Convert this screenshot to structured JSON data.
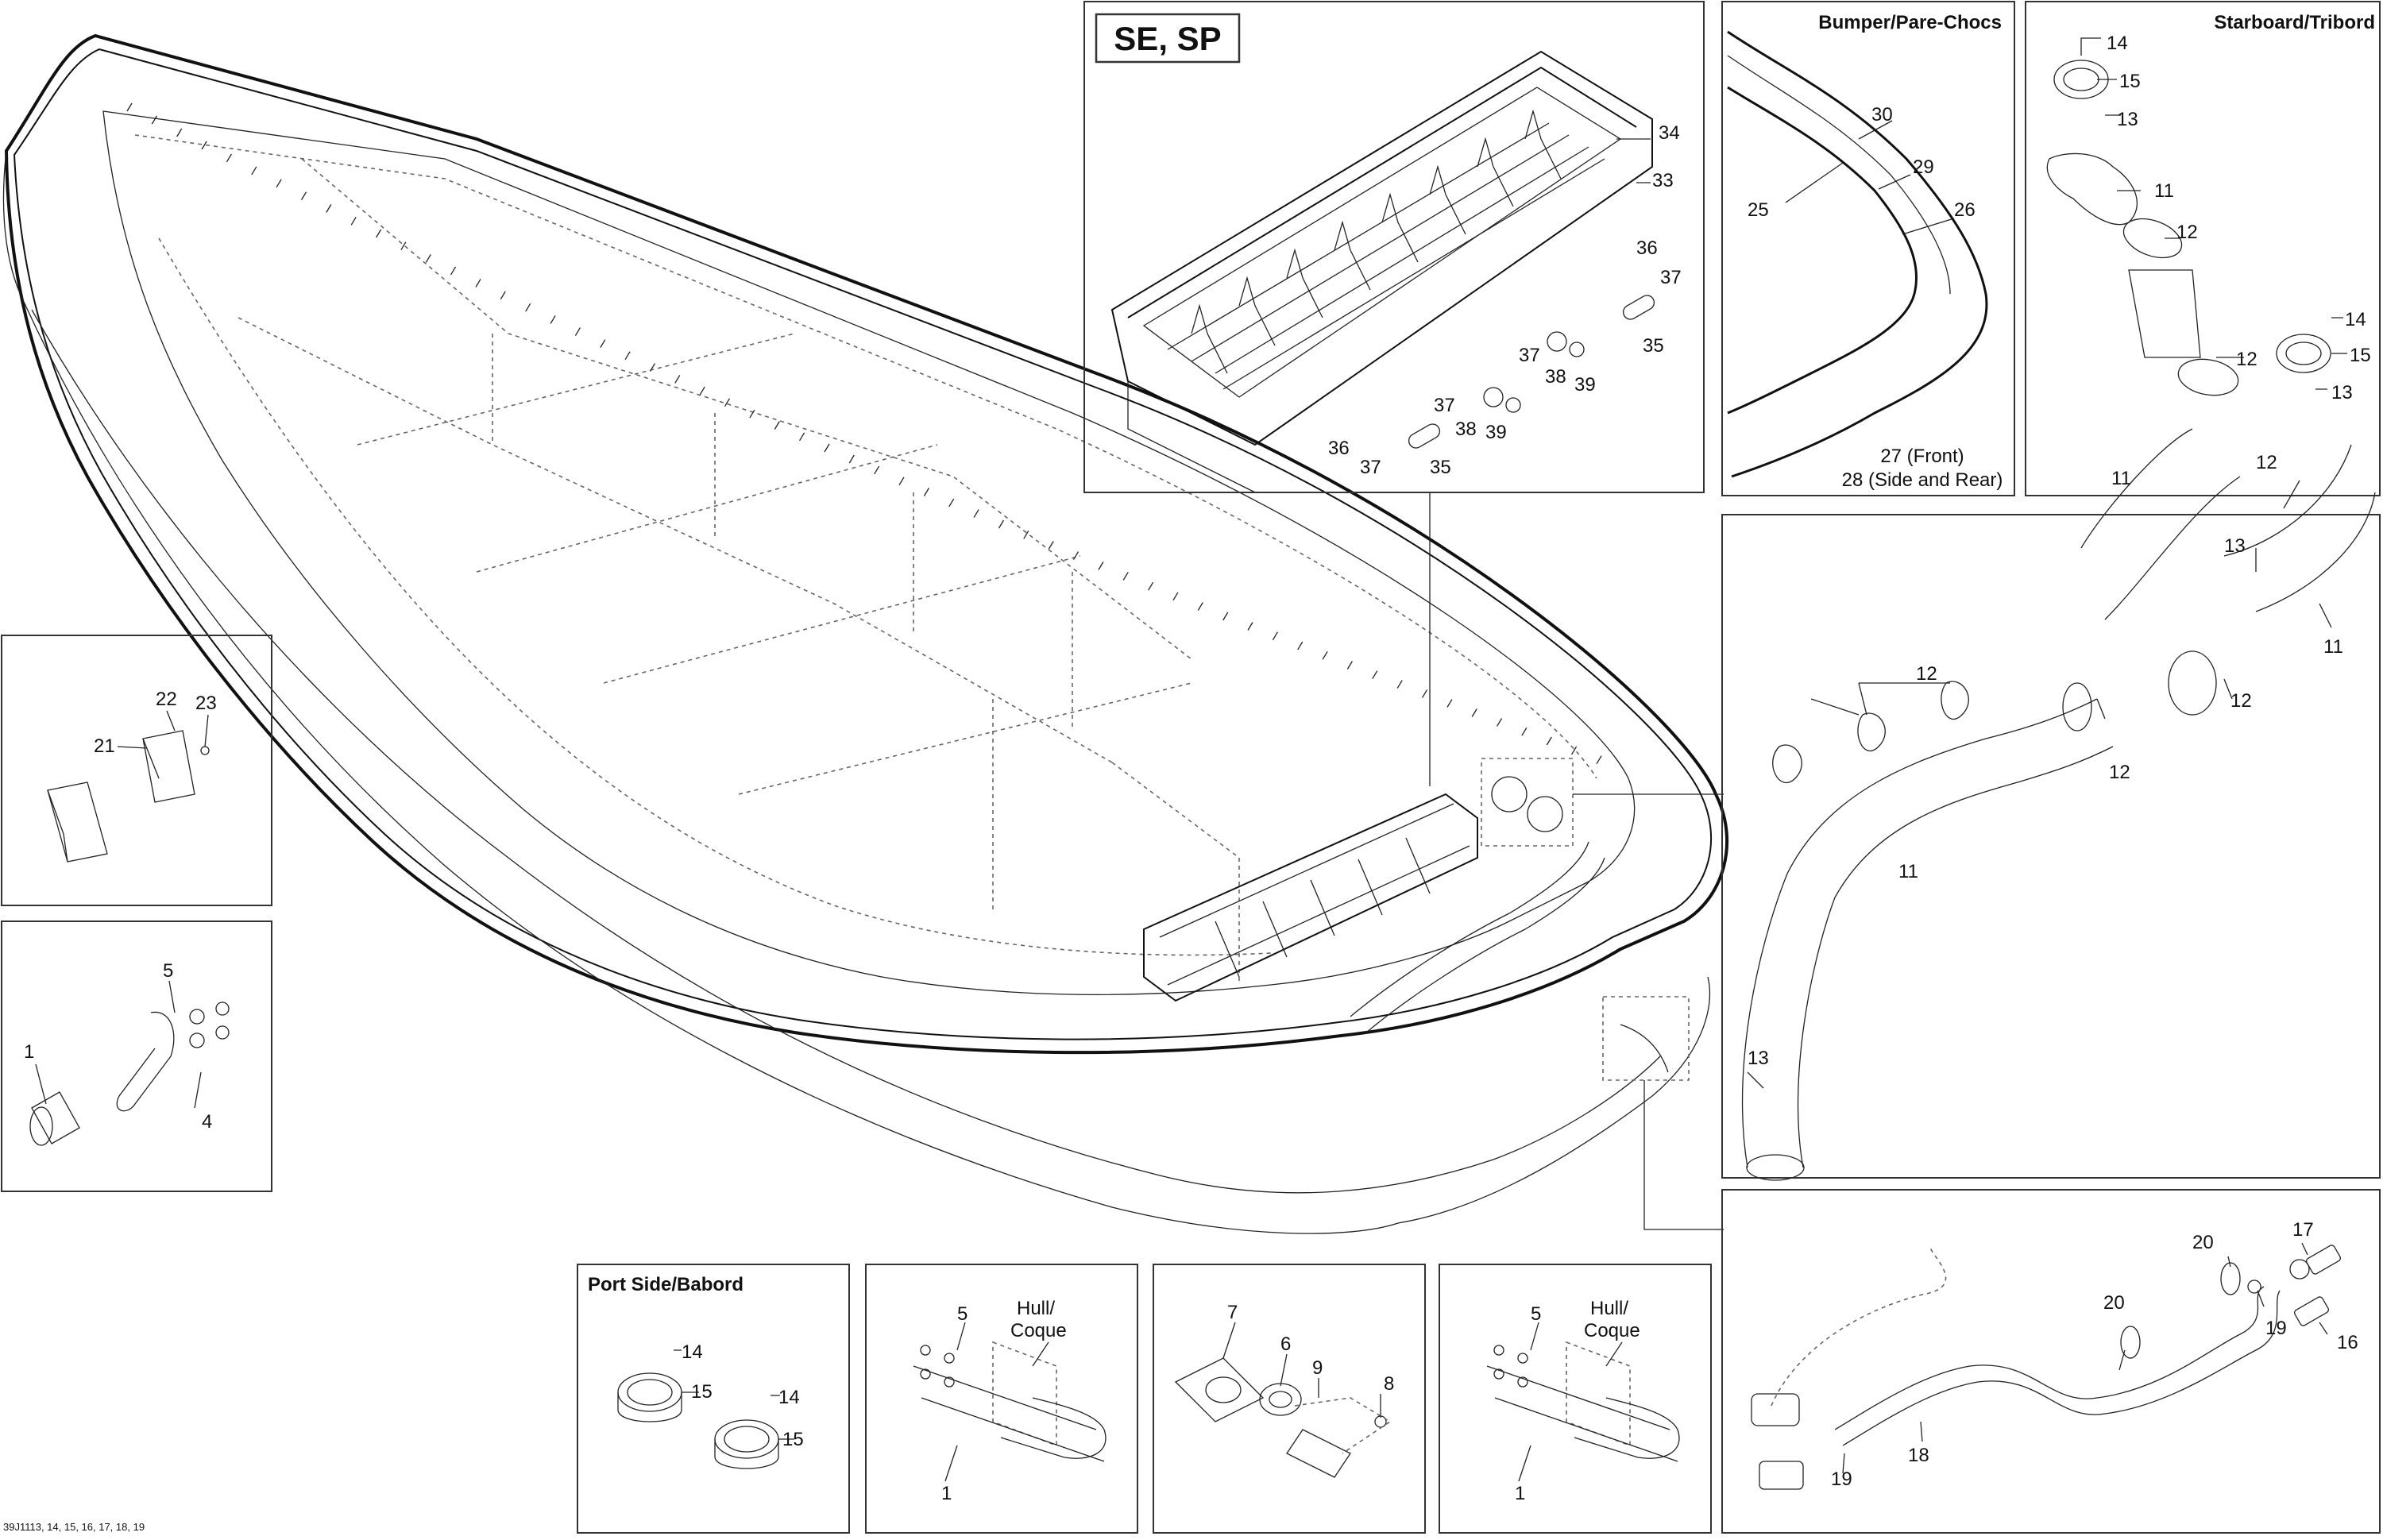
{
  "diagram": {
    "drawing_code": "39J1113, 14, 15, 16, 17, 18, 19",
    "panels": {
      "se_sp": {
        "title": "SE, SP"
      },
      "bumper": {
        "title": "Bumper/Pare-Chocs",
        "front_note": "27 (Front)",
        "side_rear_note": "28 (Side and Rear)"
      },
      "starboard": {
        "title": "Starboard/Tribord"
      },
      "port": {
        "title": "Port Side/Babord"
      },
      "hull_a": {
        "hull_label_1": "Hull/",
        "hull_label_2": "Coque"
      },
      "hull_b": {
        "hull_label_1": "Hull/",
        "hull_label_2": "Coque"
      }
    },
    "callouts": {
      "c1": "1",
      "c4": "4",
      "c5": "5",
      "c11": "11",
      "c12": "12",
      "c13": "13",
      "c14": "14",
      "c15": "15",
      "c16": "16",
      "c17": "17",
      "c18": "18",
      "c19": "19",
      "c20": "20",
      "c21": "21",
      "c22": "22",
      "c23": "23",
      "c25": "25",
      "c26": "26",
      "c29": "29",
      "c30": "30",
      "c33": "33",
      "c34": "34",
      "c35": "35",
      "c36": "36",
      "c37": "37",
      "c38": "38",
      "c39": "39",
      "c6": "6",
      "c7": "7",
      "c8": "8",
      "c9": "9"
    }
  }
}
